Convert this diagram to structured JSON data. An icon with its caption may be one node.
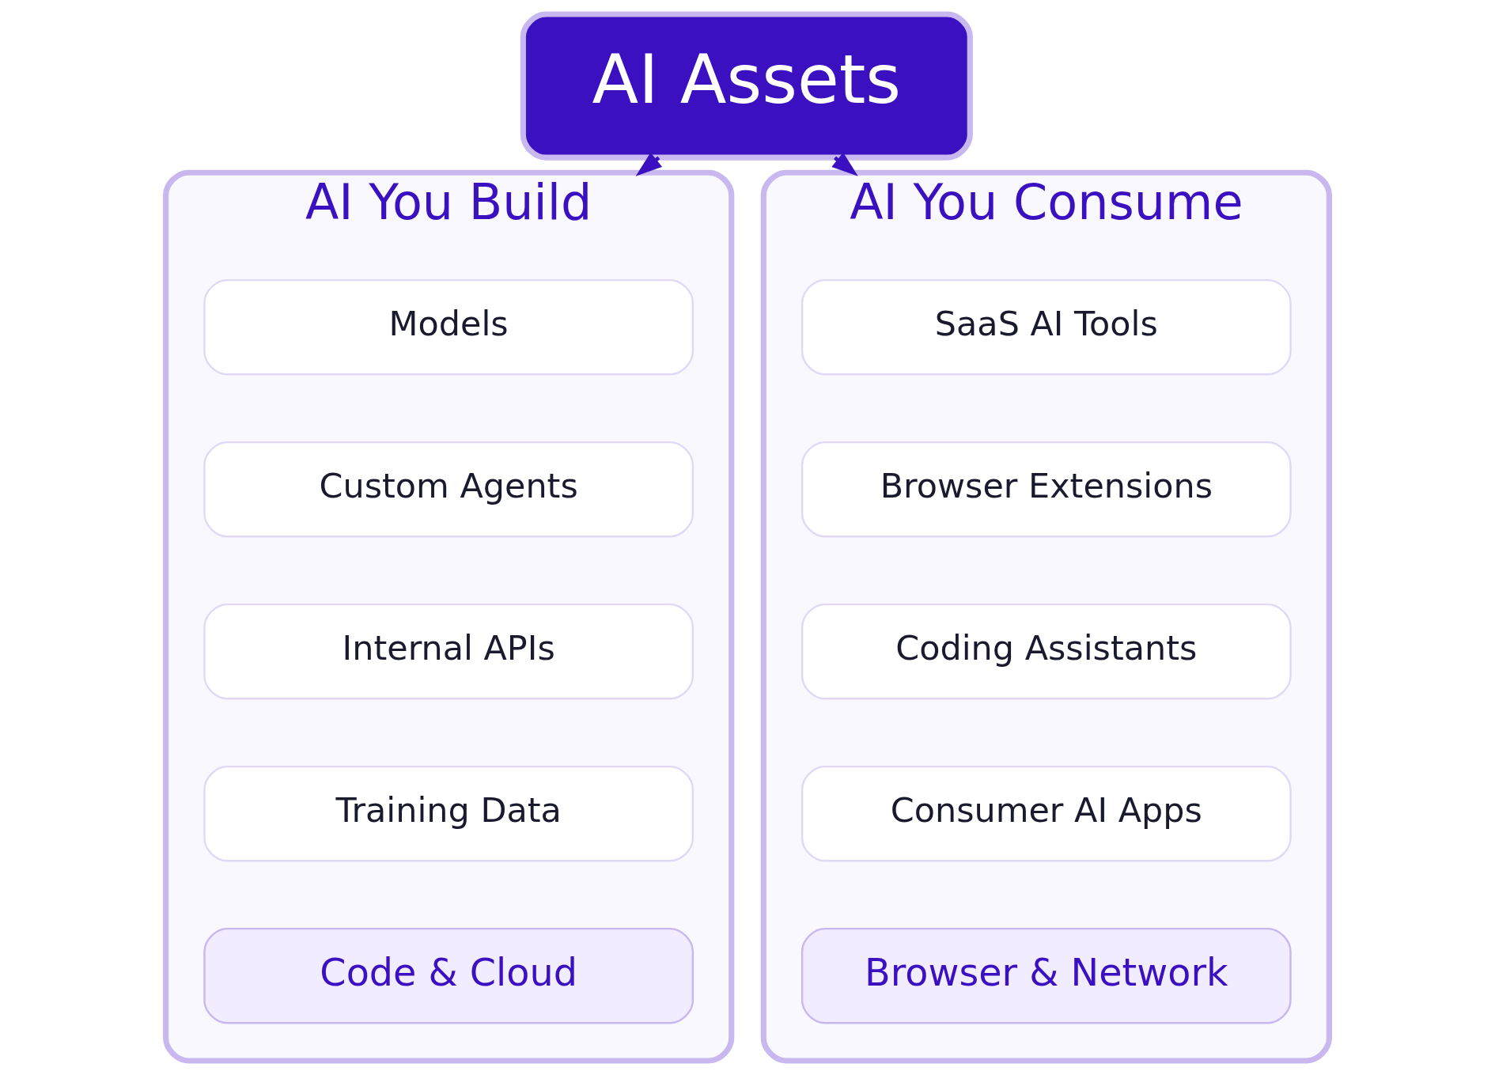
{
  "diagram": {
    "nodes": [
      {
        "text": [
          "AI Assets"
        ]
      },
      {
        "text": [
          "AI You Build"
        ]
      },
      {
        "text": [
          "Models"
        ],
        "in": 1
      },
      {
        "text": [
          "Custom Agents"
        ],
        "in": 1
      },
      {
        "text": [
          "Internal APIs"
        ],
        "in": 1
      },
      {
        "text": [
          "Training Data"
        ],
        "in": 1
      },
      {
        "text": [
          "Code & Cloud"
        ],
        "in": 1
      },
      {
        "text": [
          "AI You Consume"
        ]
      },
      {
        "text": [
          "SaaS AI Tools"
        ],
        "in": 7
      },
      {
        "text": [
          "Browser Extensions"
        ],
        "in": 7
      },
      {
        "text": [
          "Coding Assistants"
        ],
        "in": 7
      },
      {
        "text": [
          "Consumer AI Apps"
        ],
        "in": 7
      },
      {
        "text": [
          "Browser & Network"
        ],
        "in": 7
      }
    ],
    "edges": [
      {
        "from": 0,
        "to": 1,
        "arrow": "to"
      },
      {
        "from": 0,
        "to": 7,
        "arrow": "to"
      }
    ]
  }
}
